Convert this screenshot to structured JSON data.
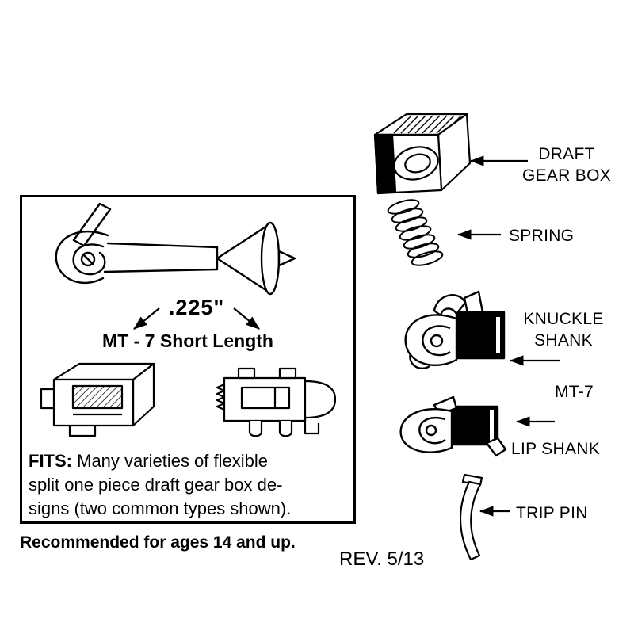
{
  "panel": {
    "dimension": ".225\"",
    "coupler_title": "MT - 7 Short Length",
    "fits_label": "FITS:",
    "fits_line1": " Many varieties of flexible",
    "fits_line2": "split one piece draft gear box de-",
    "fits_line3": "signs (two common types shown).",
    "drawings": [
      "coupler-side-view",
      "gear-box-type-a",
      "gear-box-type-b"
    ]
  },
  "footer": {
    "age_recommendation": "Recommended for ages 14 and up.",
    "revision": "REV. 5/13"
  },
  "parts": {
    "draft_gear_box": "DRAFT GEAR BOX",
    "spring": "SPRING",
    "knuckle_shank": "KNUCKLE SHANK",
    "mt7": "MT-7",
    "lip_shank": "LIP SHANK",
    "trip_pin": "TRIP PIN"
  },
  "colors": {
    "ink": "#000000",
    "paper": "#ffffff"
  }
}
